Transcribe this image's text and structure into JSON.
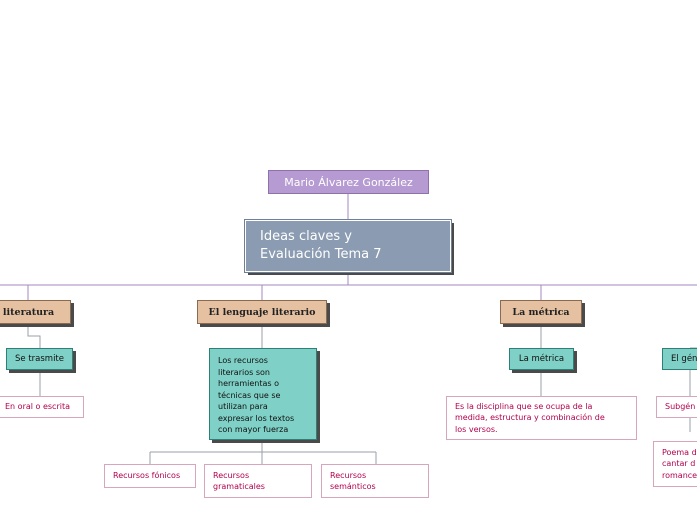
{
  "colors": {
    "author_fill": "#b69ad2",
    "main_fill": "#8a9bb2",
    "topic_fill": "#e5c1a2",
    "sub_fill": "#7fd0c6",
    "leaf_text": "#b1004d",
    "line": "#a488c0"
  },
  "map": {
    "author": "Mario Álvarez González",
    "main_topic": "Ideas claves y\nEvaluación Tema 7",
    "branches": {
      "literatura": {
        "title": "La literatura",
        "sub": "Se trasmite",
        "leaf": "En oral o escrita"
      },
      "lenguaje": {
        "title": "El lenguaje literario",
        "description": "Los recursos\nliterarios son\nherramientas o\ntécnicas que se\nutilizan para\nexpresar los textos\ncon mayor fuerza",
        "leaves": [
          "Recursos fónicos",
          "Recursos\ngramaticales",
          "Recursos\nsemánticos"
        ]
      },
      "metrica": {
        "title": "La métrica",
        "sub": "La métrica",
        "leaf": "Es la disciplina que se ocupa de la\nmedida, estructura y combinación de\nlos versos."
      },
      "genero": {
        "sub": "El gén",
        "leaves": [
          "Subgén",
          "Poema d\ncantar d\nromance"
        ]
      }
    }
  }
}
